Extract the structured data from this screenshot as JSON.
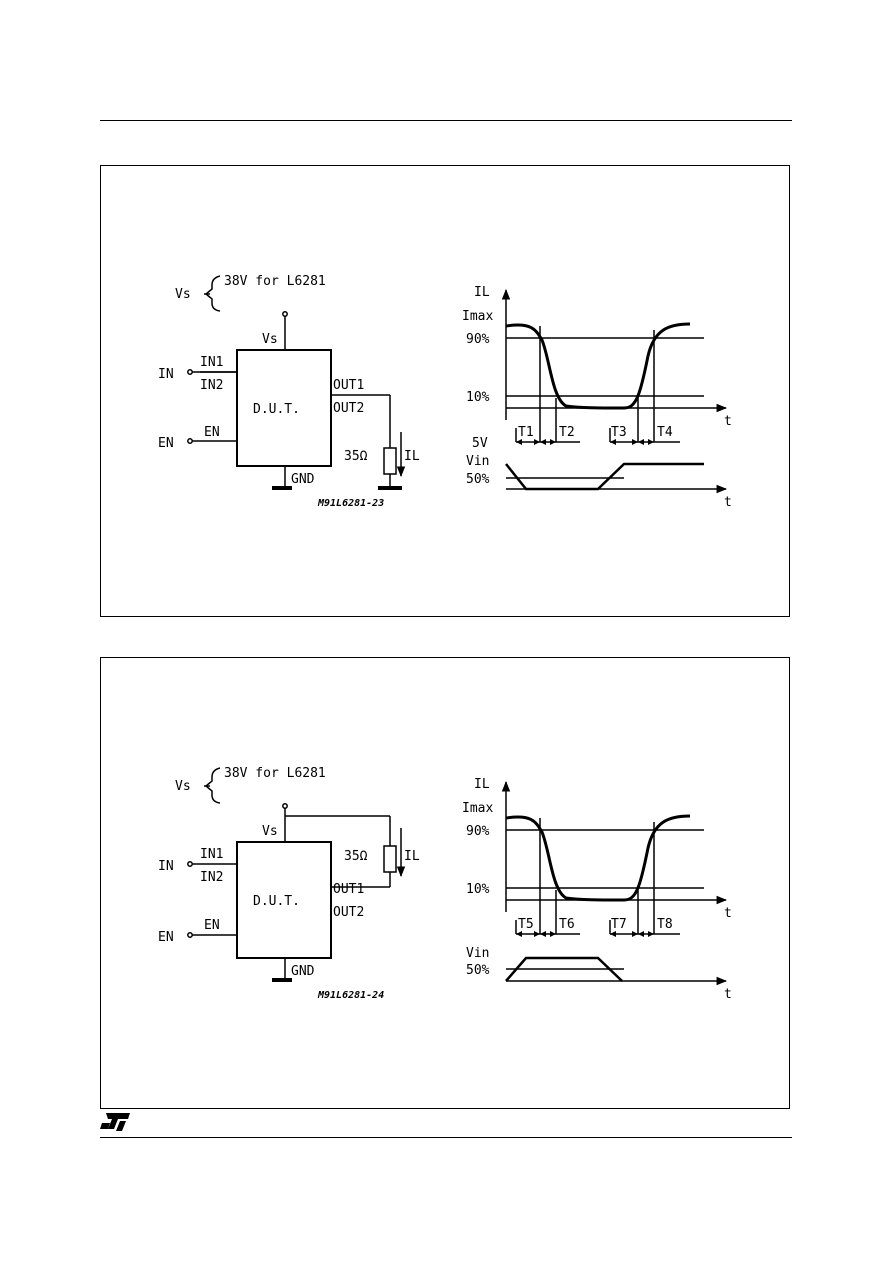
{
  "figure1": {
    "supply": "Vs",
    "supply_note": "38V for L6281",
    "pins": {
      "in": "IN",
      "en": "EN",
      "in1": "IN1",
      "in2": "IN2",
      "en_pin": "EN",
      "vs": "Vs",
      "gnd": "GND",
      "out1": "OUT1",
      "out2": "OUT2"
    },
    "device": "D.U.T.",
    "load": "35Ω",
    "current": "IL",
    "code": "M91L6281-23",
    "waveform": {
      "y_label": "IL",
      "imax": "Imax",
      "p90": "90%",
      "p10": "10%",
      "t_axis": "t",
      "vin_5v": "5V",
      "vin": "Vin",
      "p50": "50%",
      "times": [
        "T1",
        "T2",
        "T3",
        "T4"
      ]
    }
  },
  "figure2": {
    "supply": "Vs",
    "supply_note": "38V for L6281",
    "pins": {
      "in": "IN",
      "en": "EN",
      "in1": "IN1",
      "in2": "IN2",
      "en_pin": "EN",
      "vs": "Vs",
      "gnd": "GND",
      "out1": "OUT1",
      "out2": "OUT2"
    },
    "device": "D.U.T.",
    "load": "35Ω",
    "current": "IL",
    "code": "M91L6281-24",
    "waveform": {
      "y_label": "IL",
      "imax": "Imax",
      "p90": "90%",
      "p10": "10%",
      "t_axis": "t",
      "vin": "Vin",
      "p50": "50%",
      "times": [
        "T5",
        "T6",
        "T7",
        "T8"
      ]
    }
  }
}
